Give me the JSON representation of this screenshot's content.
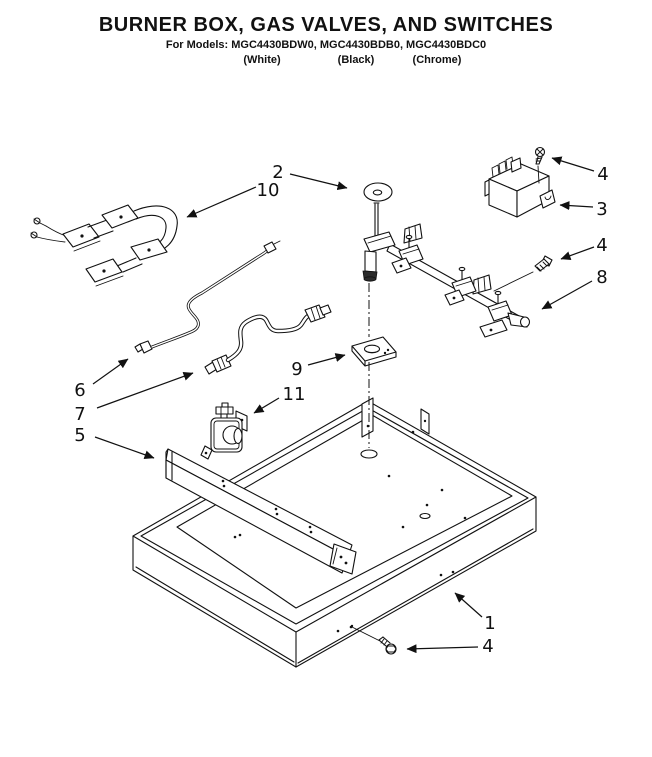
{
  "header": {
    "title": "BURNER BOX, GAS VALVES, AND SWITCHES",
    "models_line": "For Models: MGC4430BDW0, MGC4430BDB0, MGC4430BDC0",
    "finishes": [
      "(White)",
      "(Black)",
      "(Chrome)"
    ]
  },
  "diagram": {
    "callout_numbers": {
      "n1": "1",
      "n2": "2",
      "n3": "3",
      "n4": "4",
      "n5": "5",
      "n6": "6",
      "n7": "7",
      "n8": "8",
      "n9": "9",
      "n10": "10",
      "n11": "11"
    }
  }
}
